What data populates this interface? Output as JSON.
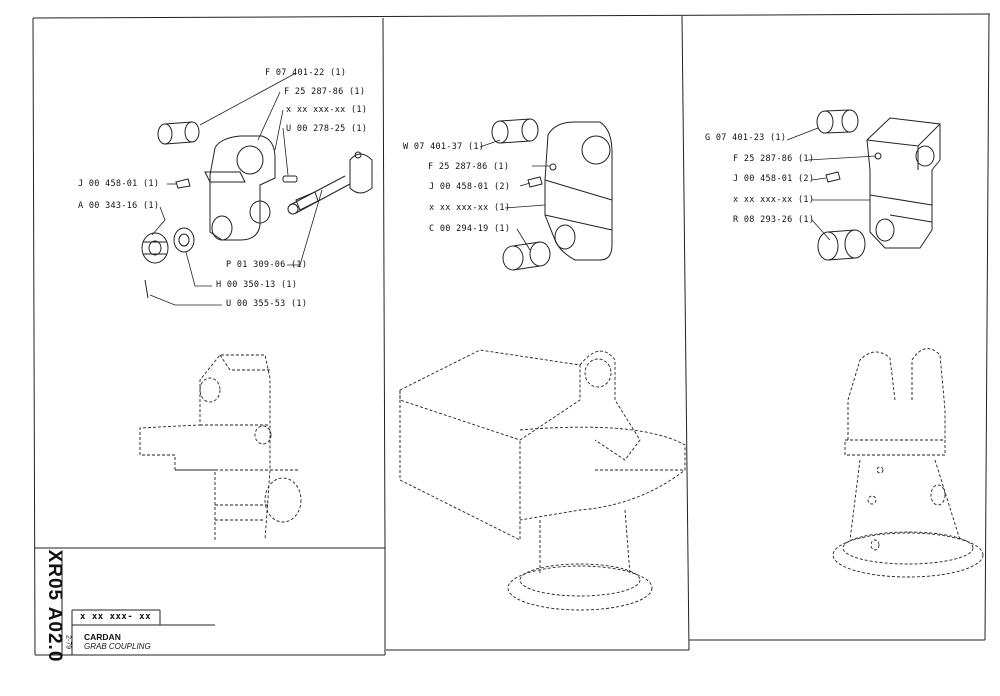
{
  "sheet": {
    "code": "XR05 A02.0",
    "date": "2-79",
    "part_number": "x xx xxx- xx",
    "title": "CARDAN",
    "subtitle": "GRAB COUPLING"
  },
  "panel_left": {
    "labels": [
      "F 07 401-22 (1)",
      "F 25 287-86 (1)",
      "x xx xxx-xx (1)",
      "U 00 278-25 (1)",
      "J 00 458-01 (1)",
      "A 00 343-16 (1)",
      "P 01 309-06 (1)",
      "H 00 350-13 (1)",
      "U 00 355-53 (1)"
    ]
  },
  "panel_middle": {
    "labels": [
      "W 07 401-37 (1)",
      "F 25 287-86 (1)",
      "J 00 458-01 (2)",
      "x xx xxx-xx (1)",
      "C 00 294-19 (1)"
    ]
  },
  "panel_right": {
    "labels": [
      "G 07 401-23 (1)",
      "F 25 287-86 (1)",
      "J 00 458-01 (2)",
      "x xx xxx-xx (1)",
      "R 08 293-26 (1)"
    ]
  }
}
